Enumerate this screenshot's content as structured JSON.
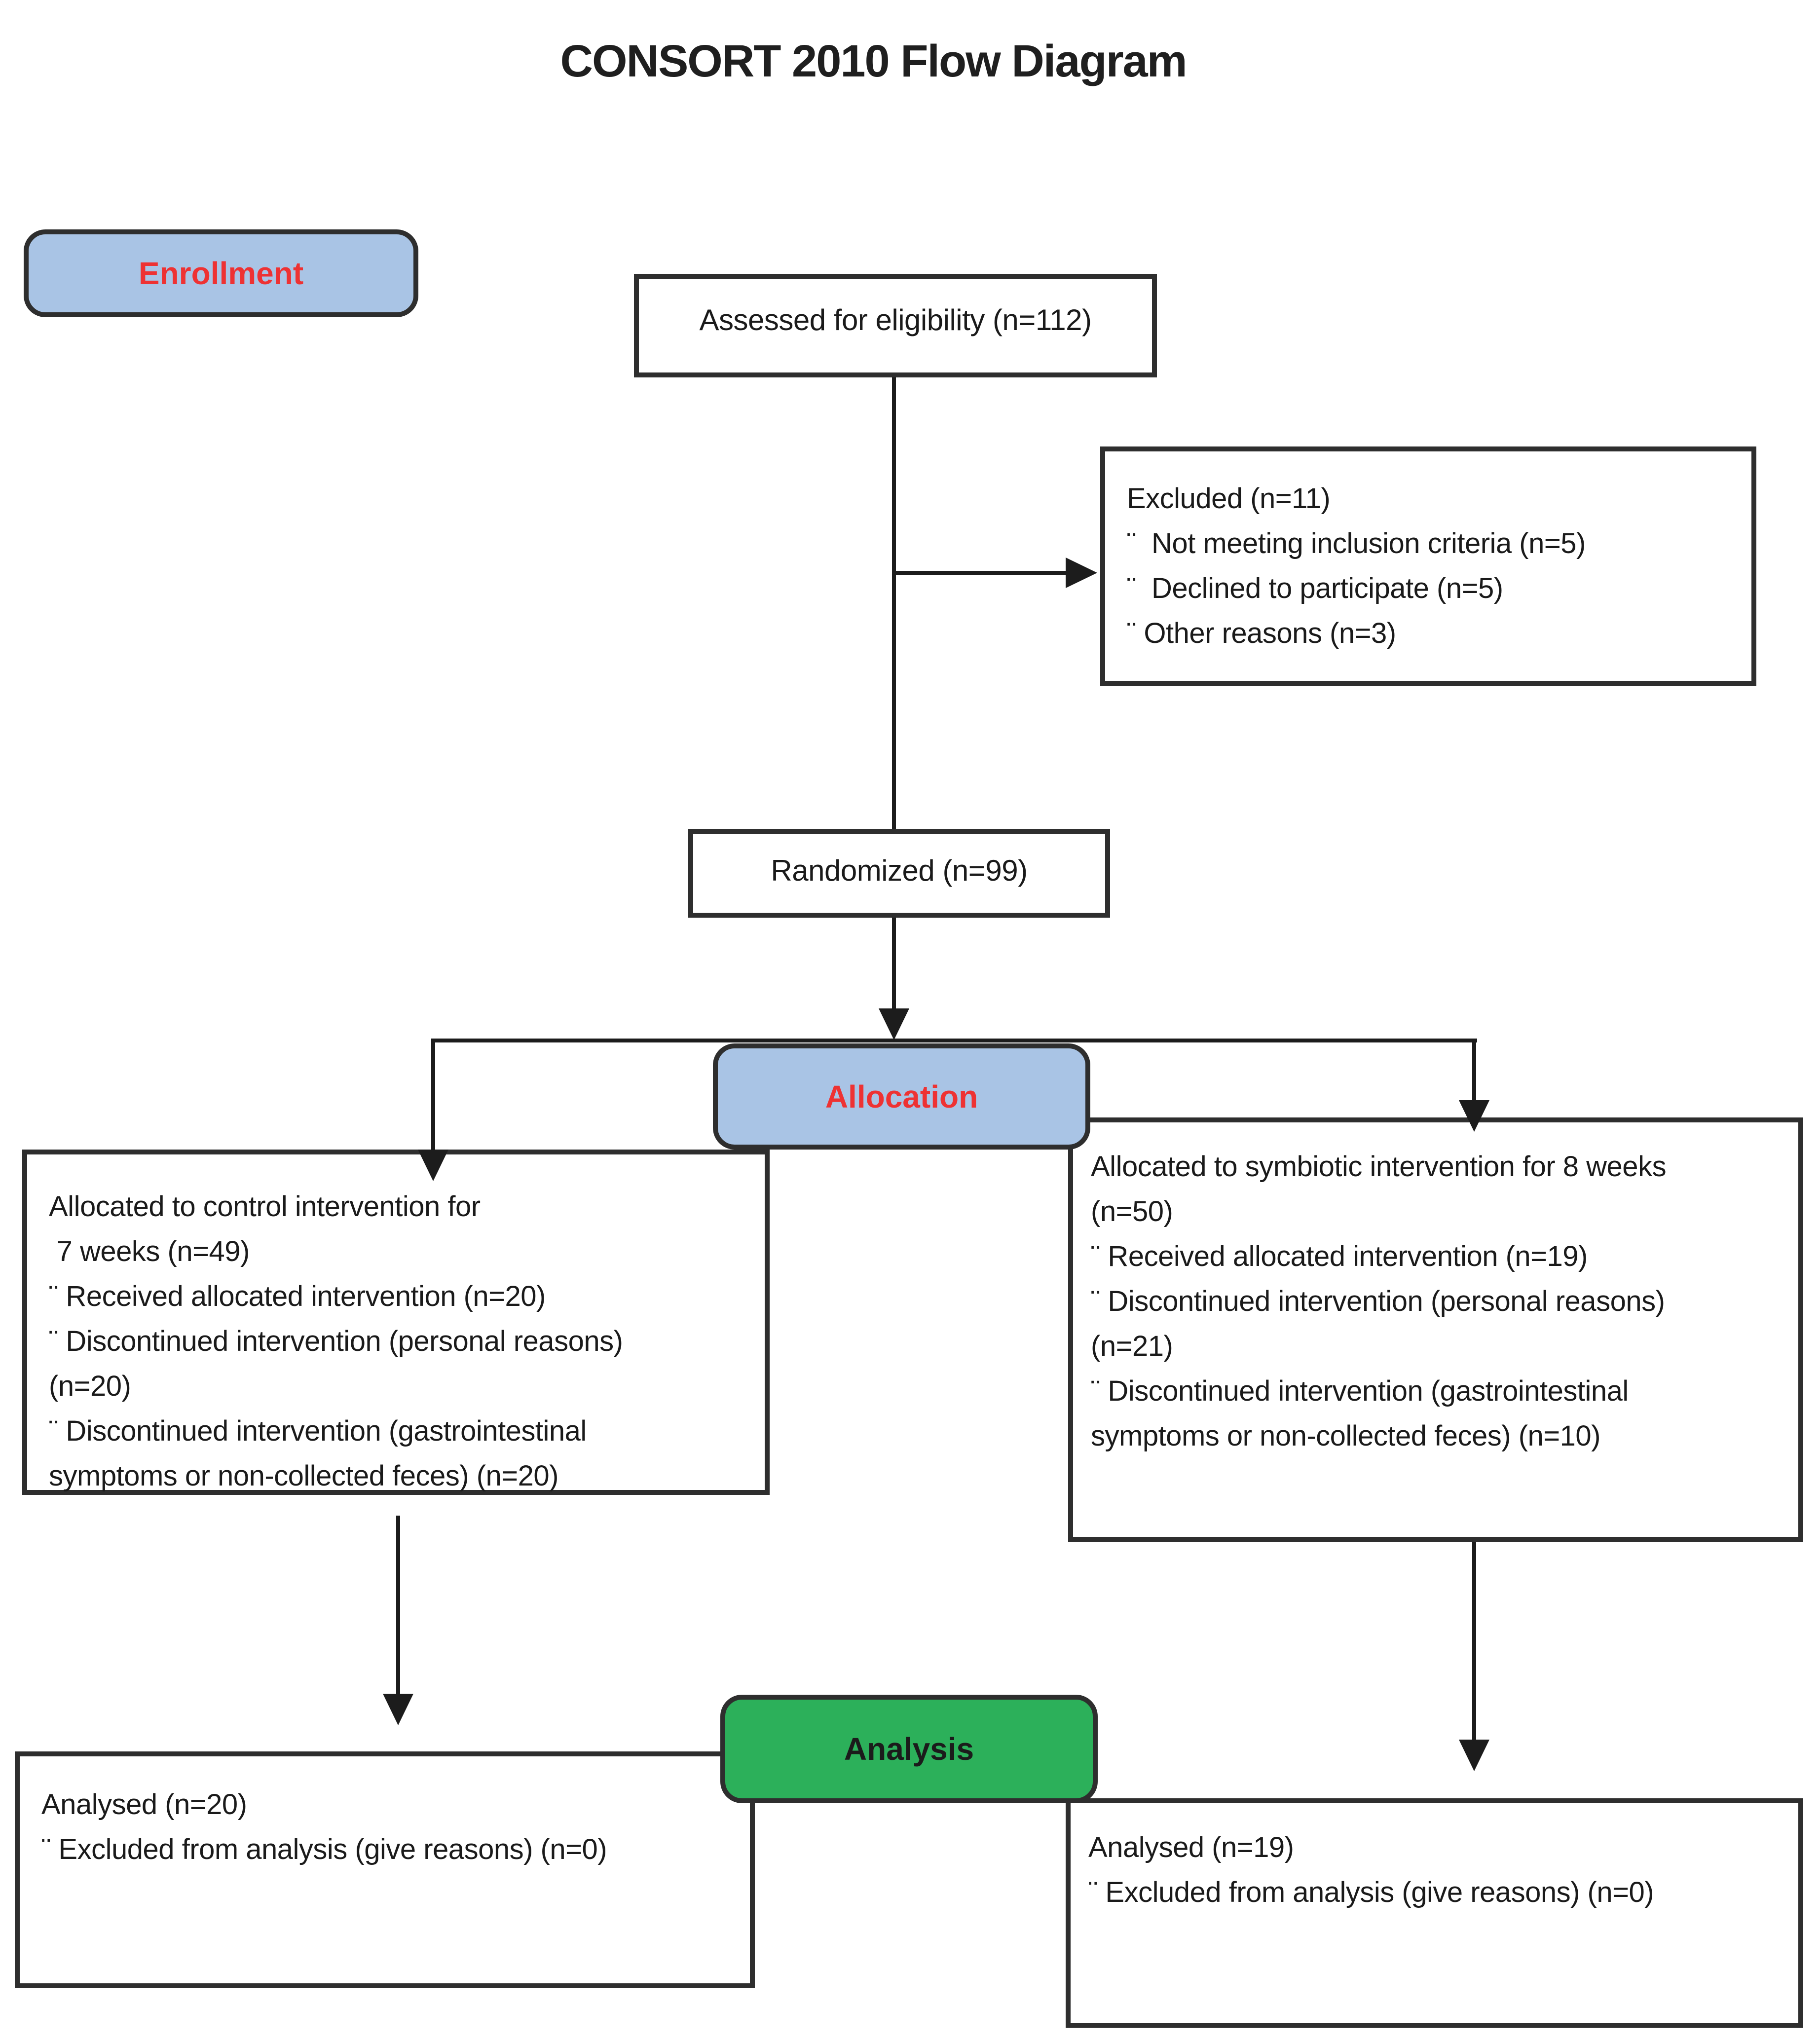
{
  "title": "CONSORT 2010 Flow Diagram",
  "stage_labels": {
    "enrollment": "Enrollment",
    "allocation": "Allocation",
    "analysis": "Analysis"
  },
  "boxes": {
    "assessed": {
      "lines": [
        "Assessed for eligibility (n=112)"
      ]
    },
    "excluded": {
      "lines": [
        "Excluded (n=11)",
        "¨  Not meeting inclusion criteria (n=5)",
        "¨  Declined to participate (n=5)",
        "¨ Other reasons (n=3)"
      ]
    },
    "randomized": {
      "lines": [
        "Randomized (n=99)"
      ]
    },
    "allocation_left": {
      "lines": [
        "Allocated to control intervention for",
        " 7 weeks (n=49)",
        "¨ Received allocated intervention (n=20)",
        "¨ Discontinued intervention (personal reasons)",
        "(n=20)",
        "¨ Discontinued intervention (gastrointestinal",
        "symptoms or non-collected feces) (n=20)"
      ]
    },
    "allocation_right": {
      "lines": [
        "Allocated to symbiotic intervention for 8 weeks",
        "(n=50)",
        "¨ Received allocated intervention (n=19)",
        "¨ Discontinued intervention (personal reasons)",
        "(n=21)",
        "¨ Discontinued intervention (gastrointestinal",
        "symptoms or non-collected feces) (n=10)"
      ]
    },
    "analysis_left": {
      "lines": [
        "Analysed (n=20)",
        "¨ Excluded from analysis (give reasons) (n=0)"
      ]
    },
    "analysis_right": {
      "lines": [
        "Analysed (n=19)",
        "¨ Excluded from analysis (give reasons) (n=0)"
      ]
    }
  },
  "colors": {
    "stage_fill_blue": "#a9c4e5",
    "stage_fill_green": "#2cb05a",
    "stage_text_red": "#ee3233",
    "box_border": "#2e2e2e",
    "line": "#1c1c1c"
  }
}
